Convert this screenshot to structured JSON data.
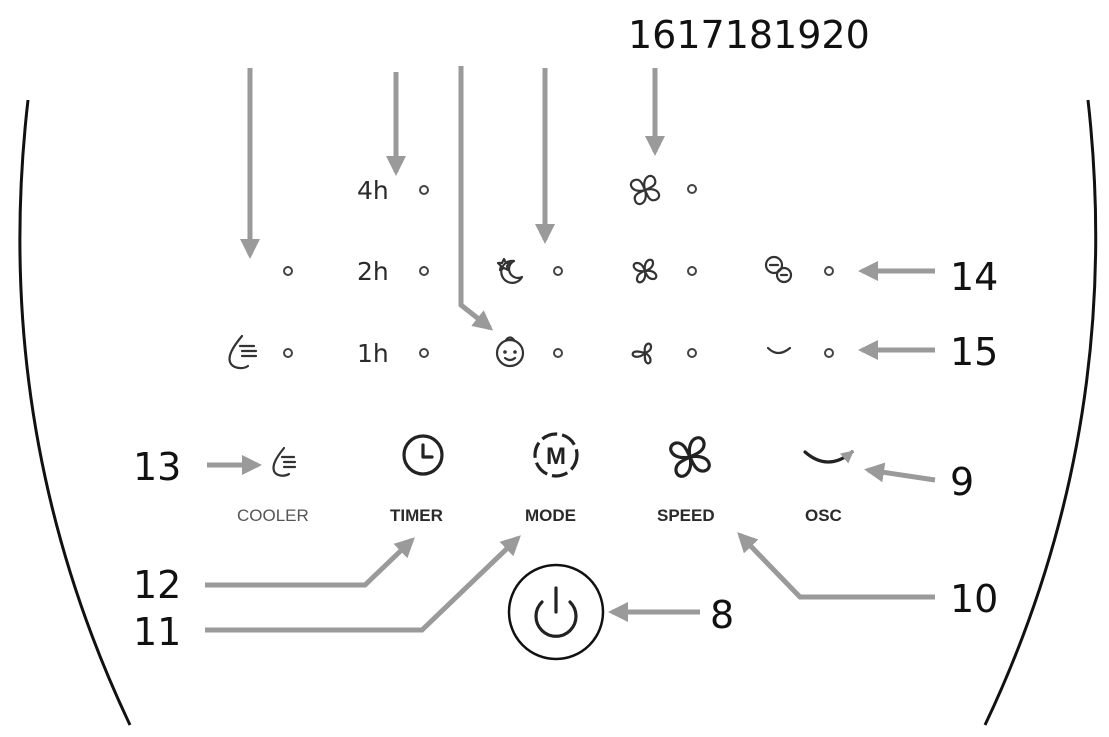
{
  "callouts": {
    "top": "1617181920",
    "c8": "8",
    "c9": "9",
    "c10": "10",
    "c11": "11",
    "c12": "12",
    "c13": "13",
    "c14": "14",
    "c15": "15"
  },
  "timer_levels": {
    "h4": "4h",
    "h2": "2h",
    "h1": "1h"
  },
  "buttons": {
    "cooler": "COOLER",
    "timer": "TIMER",
    "mode": "MODE",
    "speed": "SPEED",
    "osc": "OSC"
  },
  "icons": {
    "mode_letter": "M",
    "cooler_icon": "water-drop-icon",
    "timer_icon": "clock-icon",
    "mode_icon": "mode-m-icon",
    "speed_icon": "fan-icon",
    "osc_icon": "oscillation-arrow-icon",
    "power_icon": "power-icon",
    "sleep_icon": "moon-star-icon",
    "baby_icon": "baby-face-icon",
    "ion_icon": "ion-bubbles-icon"
  },
  "colors": {
    "arrow": "#9a9a9a",
    "ink": "#222222"
  }
}
